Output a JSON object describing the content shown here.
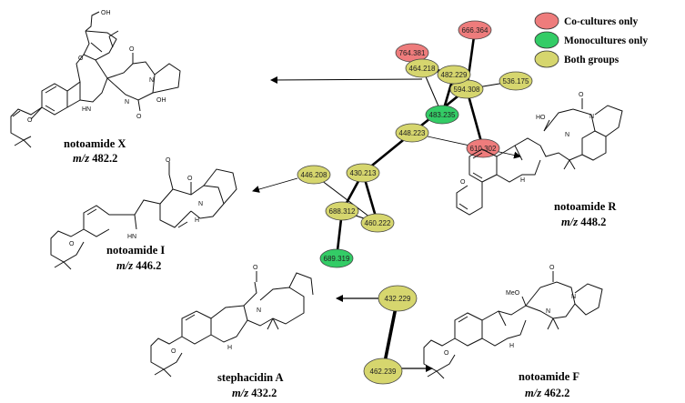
{
  "colors": {
    "co_cultures": "#ee7c7c",
    "monocultures": "#33cc66",
    "both": "#d6d66e",
    "edge": "#000000"
  },
  "legend": [
    {
      "label": "Co-cultures only",
      "group": "co_cultures"
    },
    {
      "label": "Monocultures only",
      "group": "monocultures"
    },
    {
      "label": "Both groups",
      "group": "both"
    }
  ],
  "nodes": [
    {
      "id": "n764",
      "label": "764.381",
      "group": "co_cultures"
    },
    {
      "id": "n666",
      "label": "666.364",
      "group": "co_cultures"
    },
    {
      "id": "n594",
      "label": "594.308",
      "group": "both"
    },
    {
      "id": "n536",
      "label": "536.175",
      "group": "both"
    },
    {
      "id": "n610",
      "label": "610.302",
      "group": "co_cultures"
    },
    {
      "id": "n448",
      "label": "448.223",
      "group": "both"
    },
    {
      "id": "n464",
      "label": "464.218",
      "group": "both"
    },
    {
      "id": "n482",
      "label": "482.229",
      "group": "both"
    },
    {
      "id": "n483",
      "label": "483.235",
      "group": "monocultures"
    },
    {
      "id": "n446",
      "label": "446.208",
      "group": "both"
    },
    {
      "id": "n430",
      "label": "430.213",
      "group": "both"
    },
    {
      "id": "n688",
      "label": "688.312",
      "group": "both"
    },
    {
      "id": "n460",
      "label": "460.222",
      "group": "both"
    },
    {
      "id": "n689",
      "label": "689.319",
      "group": "monocultures"
    },
    {
      "id": "n432",
      "label": "432.229",
      "group": "both"
    },
    {
      "id": "n462",
      "label": "462.239",
      "group": "both"
    }
  ],
  "edges": [
    {
      "from": "n764",
      "to": "n594",
      "weight": "thick"
    },
    {
      "from": "n666",
      "to": "n594",
      "weight": "thick"
    },
    {
      "from": "n536",
      "to": "n594",
      "weight": "thin"
    },
    {
      "from": "n610",
      "to": "n594",
      "weight": "thick"
    },
    {
      "from": "n594",
      "to": "n448",
      "weight": "thick"
    },
    {
      "from": "n448",
      "to": "n430",
      "weight": "thick"
    },
    {
      "from": "n430",
      "to": "n460",
      "weight": "thick"
    },
    {
      "from": "n430",
      "to": "n688",
      "weight": "thick"
    },
    {
      "from": "n446",
      "to": "n460",
      "weight": "thin"
    },
    {
      "from": "n688",
      "to": "n460",
      "weight": "thin"
    },
    {
      "from": "n688",
      "to": "n689",
      "weight": "thick"
    },
    {
      "from": "n464",
      "to": "n482",
      "weight": "thick"
    },
    {
      "from": "n464",
      "to": "n483",
      "weight": "thin"
    },
    {
      "from": "n482",
      "to": "n483",
      "weight": "thick"
    },
    {
      "from": "n432",
      "to": "n462",
      "weight": "heavy"
    }
  ],
  "compounds": [
    {
      "id": "notoamide_x",
      "name": "notoamide X",
      "mz_prefix": "m/z",
      "mz_value": "482.2",
      "linked_node": "n482"
    },
    {
      "id": "notoamide_r",
      "name": "notoamide R",
      "mz_prefix": "m/z",
      "mz_value": "448.2",
      "linked_node": "n448"
    },
    {
      "id": "notoamide_i",
      "name": "notoamide I",
      "mz_prefix": "m/z",
      "mz_value": "446.2",
      "linked_node": "n446"
    },
    {
      "id": "stephacidin_a",
      "name": "stephacidin A",
      "mz_prefix": "m/z",
      "mz_value": "432.2",
      "linked_node": "n432"
    },
    {
      "id": "notoamide_f",
      "name": "notoamide F",
      "mz_prefix": "m/z",
      "mz_value": "462.2",
      "linked_node": "n462"
    }
  ],
  "atom_labels": {
    "oh": "OH",
    "ho": "HO",
    "o": "O",
    "n": "N",
    "hn": "HN",
    "nh": "H",
    "h": "H",
    "meo": "MeO"
  }
}
